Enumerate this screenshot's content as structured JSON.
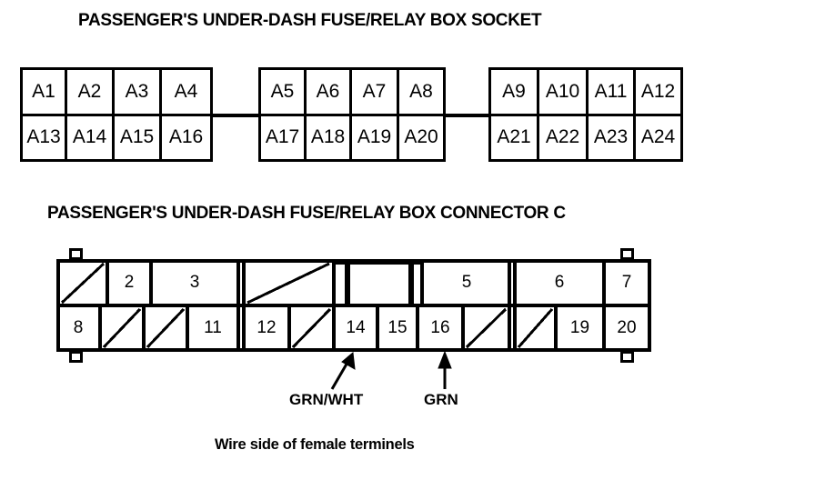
{
  "titles": {
    "socket": "PASSENGER'S UNDER-DASH FUSE/RELAY BOX SOCKET",
    "connector": "PASSENGER'S UNDER-DASH FUSE/RELAY BOX CONNECTOR C"
  },
  "caption": "Wire side of female terminels",
  "colors": {
    "ink": "#000000",
    "paper": "#ffffff"
  },
  "socket": {
    "groups": [
      {
        "top": [
          "A1",
          "A2",
          "A3",
          "A4"
        ],
        "bottom": [
          "A13",
          "A14",
          "A15",
          "A16"
        ]
      },
      {
        "top": [
          "A5",
          "A6",
          "A7",
          "A8"
        ],
        "bottom": [
          "A17",
          "A18",
          "A19",
          "A20"
        ]
      },
      {
        "top": [
          "A9",
          "A10",
          "A11",
          "A12"
        ],
        "bottom": [
          "A21",
          "A22",
          "A23",
          "A24"
        ]
      }
    ]
  },
  "connector": {
    "top_row": [
      {
        "label": "",
        "blank": true
      },
      {
        "label": "2",
        "blank": false
      },
      {
        "label": "3",
        "blank": false
      },
      {
        "label": "",
        "blank": true
      },
      {
        "label": "",
        "blank": false,
        "notch": true
      },
      {
        "label": "5",
        "blank": false
      },
      {
        "label": "6",
        "blank": false
      },
      {
        "label": "7",
        "blank": false
      }
    ],
    "bottom_row": [
      {
        "label": "8",
        "blank": false
      },
      {
        "label": "",
        "blank": true
      },
      {
        "label": "",
        "blank": true
      },
      {
        "label": "11",
        "blank": false
      },
      {
        "label": "12",
        "blank": false
      },
      {
        "label": "",
        "blank": true
      },
      {
        "label": "14",
        "blank": false
      },
      {
        "label": "15",
        "blank": false
      },
      {
        "label": "16",
        "blank": false
      },
      {
        "label": "",
        "blank": true
      },
      {
        "label": "",
        "blank": true
      },
      {
        "label": "19",
        "blank": false
      },
      {
        "label": "20",
        "blank": false
      }
    ]
  },
  "wire_callouts": [
    {
      "id": "grn-wht",
      "label": "GRN/WHT",
      "target_pin": "14"
    },
    {
      "id": "grn",
      "label": "GRN",
      "target_pin": "16"
    }
  ]
}
